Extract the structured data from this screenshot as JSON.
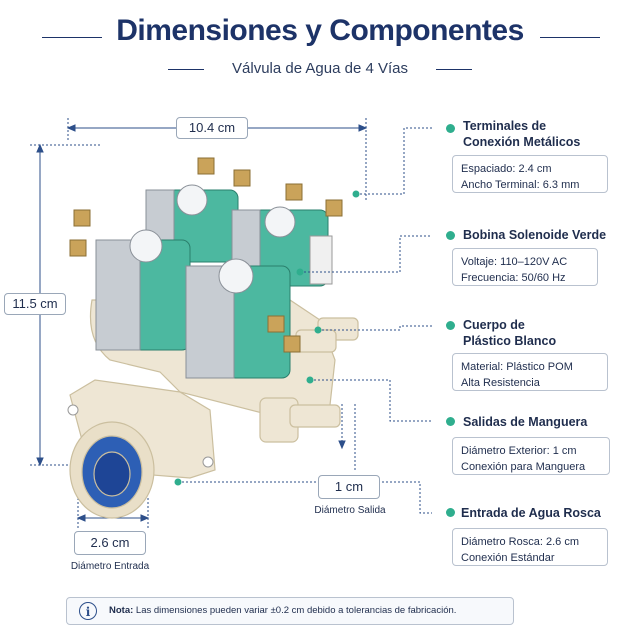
{
  "header": {
    "title": "Dimensiones y Componentes",
    "subtitle": "Válvula de Agua de 4 Vías"
  },
  "dimensions": {
    "width": {
      "label": "10.4 cm"
    },
    "height": {
      "label": "11.5 cm"
    },
    "outlet": {
      "label": "1 cm",
      "caption": "Diámetro Salida"
    },
    "inlet": {
      "label": "2.6 cm",
      "caption": "Diámetro Entrada"
    }
  },
  "components": [
    {
      "title_line1": "Terminales de",
      "title_line2": "Conexión Metálicos",
      "spec1": "Espaciado: 2.4 cm",
      "spec2": "Ancho Terminal: 6.3 mm"
    },
    {
      "title_line1": "Bobina Solenoide Verde",
      "title_line2": "",
      "spec1": "Voltaje: 110–120V AC",
      "spec2": "Frecuencia: 50/60 Hz"
    },
    {
      "title_line1": "Cuerpo de",
      "title_line2": "Plástico Blanco",
      "spec1": "Material: Plástico POM",
      "spec2": "Alta Resistencia"
    },
    {
      "title_line1": "Salidas de Manguera",
      "title_line2": "",
      "spec1": "Diámetro Exterior: 1 cm",
      "spec2": "Conexión para Manguera"
    },
    {
      "title_line1": "Entrada de Agua Rosca",
      "title_line2": "",
      "spec1": "Diámetro Rosca: 2.6 cm",
      "spec2": "Conexión Estándar"
    }
  ],
  "note": {
    "label": "Nota:",
    "text": "Las dimensiones pueden variar ±0.2 cm debido a tolerancias de fabricación."
  },
  "colors": {
    "title": "#1d3368",
    "accent": "#2fae8e",
    "coil": "#4cb8a0",
    "plastic": "#eee6d4"
  }
}
